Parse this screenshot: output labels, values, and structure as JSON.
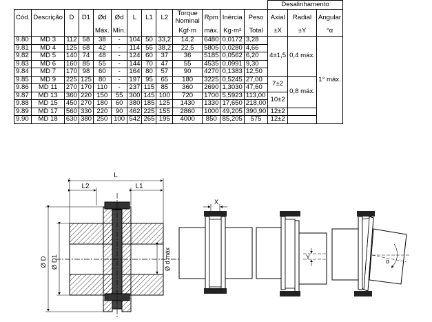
{
  "table": {
    "group_header": "Desalinhamento",
    "headers": [
      "Cód.",
      "Descrição",
      "D",
      "D1",
      "Ød",
      "Ød",
      "L",
      "L1",
      "L2",
      "Torque Nominal",
      "Rpm",
      "Inércia",
      "Peso",
      "Axial",
      "Radial",
      "Angular"
    ],
    "subheaders": [
      "",
      "",
      "",
      "",
      "Máx.",
      "Mín.",
      "",
      "",
      "",
      "Kgf·m",
      "máx.",
      "Kg·m²",
      "Total",
      "±X",
      "±Y",
      "°α"
    ],
    "rows": [
      [
        "9.80",
        "MD 3",
        "112",
        "58",
        "38",
        "-",
        "104",
        "50",
        "33,2",
        "14,2",
        "6480",
        "0,0172",
        "3,28"
      ],
      [
        "9.81",
        "MD 4",
        "125",
        "68",
        "42",
        "-",
        "114",
        "55",
        "38,2",
        "22,5",
        "5805",
        "0,0280",
        "4,66"
      ],
      [
        "9.82",
        "MD 5",
        "140",
        "74",
        "48",
        "-",
        "124",
        "60",
        "37",
        "36",
        "5185",
        "0,0562",
        "6,20"
      ],
      [
        "9.83",
        "MD 6",
        "160",
        "85",
        "55",
        "-",
        "144",
        "70",
        "47",
        "55",
        "4535",
        "0,0991",
        "9,30"
      ],
      [
        "9.84",
        "MD 7",
        "170",
        "98",
        "60",
        "-",
        "164",
        "80",
        "57",
        "90",
        "4270",
        "0,1383",
        "12,50"
      ],
      [
        "9.85",
        "MD 9",
        "225",
        "125",
        "80",
        "-",
        "197",
        "95",
        "65",
        "180",
        "3225",
        "0,5245",
        "27,00"
      ],
      [
        "9.86",
        "MD 11",
        "270",
        "170",
        "110",
        "-",
        "237",
        "115",
        "85",
        "360",
        "2690",
        "1,3030",
        "47,60"
      ],
      [
        "9.87",
        "MD 13",
        "360",
        "220",
        "150",
        "55",
        "300",
        "145",
        "100",
        "720",
        "1700",
        "5,5923",
        "113,00"
      ],
      [
        "9.88",
        "MD 15",
        "450",
        "270",
        "180",
        "60",
        "380",
        "185",
        "125",
        "1430",
        "1330",
        "17,650",
        "218,00"
      ],
      [
        "9.89",
        "MD 17",
        "560",
        "330",
        "220",
        "90",
        "462",
        "225",
        "155",
        "2860",
        "1000",
        "49,205",
        "390,90"
      ],
      [
        "9.90",
        "MD 18",
        "630",
        "380",
        "250",
        "100",
        "542",
        "265",
        "195",
        "4000",
        "850",
        "85,205",
        "575"
      ]
    ],
    "misalignment": {
      "axial_a": "4±1,5",
      "axial_b": "7±2",
      "axial_c": "10±2",
      "axial_d": "12±2",
      "axial_e": "12±2",
      "radial_a": "0,4 máx.",
      "radial_b": "0,8 máx.",
      "angular": "1° máx."
    }
  },
  "drawing": {
    "label_L": "L",
    "label_L1": "L1",
    "label_L2": "L2",
    "label_D": "Ø D",
    "label_D1": "Ø D1",
    "label_dmax": "Ø d máx",
    "label_X": "X",
    "label_Y": "Y",
    "label_alpha": "α"
  }
}
